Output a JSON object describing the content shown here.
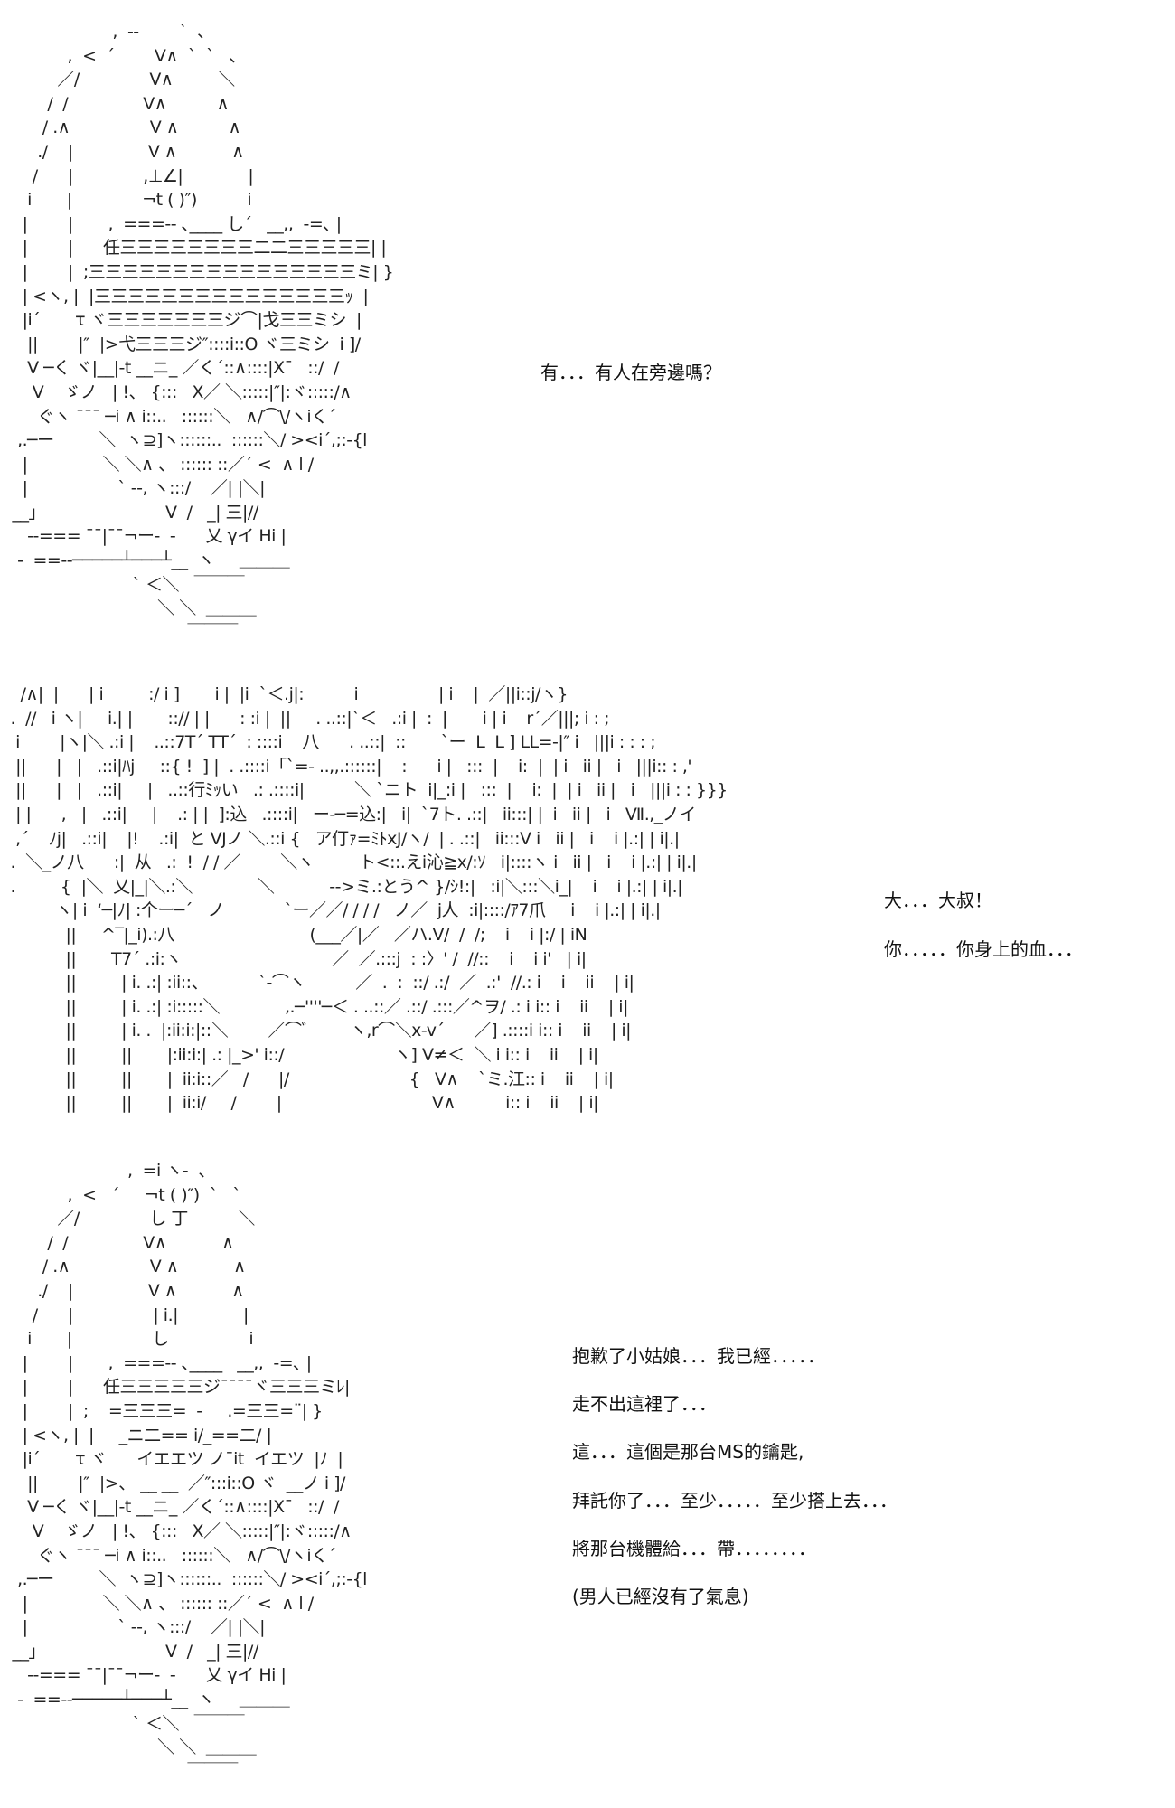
{
  "panel1": {
    "art": "                     ,  --        `  、\n            ,  <  ´        V∧  `  `   ､\n          ／/              V∧         ＼\n        /  /               V∧          ∧\n       / .∧                V ∧          ∧\n      ./    |               V ∧           ∧\n     /      |              ,⊥∠|             |\n    i       |              ¬t ( )″)          i\n   |        |       ,  ===-- ､____ し´   __,,  -=､ |\n   |        |      任三三三三三三三三二二三三三三三| |\n   |        |  ;三三三三三三三三三三三三三三三三ミ| }\n   | <ヽ, |  |三三三三三三三三三三三三三三三ｯ  |\n   |i´       τ ヾ三三三三三三三ジ⌒|戈三三ミシ  |\n    ||        |″  |>弋三三三ジ″::::i::O ヾ三ミシ  i ]/\n    V ─く ヾ|__|-t __ニ_ ／く´::∧::::|X¯   ::/  /\n     V    ゞノ   | !、 {:::   X／ ＼:::::|″|:ヾ:::::/∧\n      ぐヽ ¯¯¯ ─i ∧ i::..   ::::::＼   ∧/⌒\\/ヽiく´\n  ,.─ー         ＼  ヽ⊇]ヽ::::::..  ::::::＼/ ><i´,;:-{l\n   |               ＼ ＼∧ 、 :::::: ::／´ <  ∧ l /\n   |                  ` --, ヽ:::/    ／| |＼|\n __」                        V  /   _| 三|//\n    --=== ¯¯|¯¯¬ー-  -      乂 γイ Hi |\n  -  ==--─────┴───┴__  ヽ     ＿＿＿\n                         ` ＜＼   ￣￣￣\n                              ＼ ＼  ＿＿＿\n                                    ￣￣￣"
  },
  "panel2": {
    "art": "   /∧|  |      | i         :/ i ]       i |  |i  `＜.j|:          i                | i    |  ／||i::j/ヽ}\n .  //   i ヽ|     i.| |       ::// | |      : :i |  ||     . ..::|`＜   .:i |  :  |       i | i    r´／|||; i : ;\n  i        |ヽ|＼ .:i |    ..::7T´ TT´  : ::::i    八      . ..::|  ::       `ー  L  L ] LL=-|″ i   |||i : : : ;\n  ||      |   |   .::i|ﾊj     ::{ !  ] |  . .::::i「`=- ..,,.::::::|    :      i |   :::  |    i:  |  | i   ii |   i   |||i:: : ,'\n  ||      |   |   .::i|     |   ..::行ﾐｯい   .: .::::i|          ＼ `ニト  i|_:i |   :::  |    i:  |  | i   ii |   i   |||i : : }}}\n  | |      ,   |   .::i|     |    .: | |  ]:込   .::::i|   ー-─=込:|   i|  `7ト. .::|   ii:::| |  i   ii |   i   Ⅶ.,_ノイ\n  ,´    ﾉj|   .::i|    |!    .:i|  と VJノ ＼.::i {   ア仃ｧ=ﾐﾄxJ/ヽ/  | . .::|   ii:::V i   ii |   i    i |.:| | i|.|\n .  ＼_ノ八      :|  从   .:  !  / / ／        ＼ヽ         ト<::.えi沁≧x/:ｿ   i|::::ヽ i   ii |   i    i |.:| | i|.|\n .         {  |＼  乂|_|＼.:＼             ＼           -->ミ.:とう^ }/ｼ!:|   :i|＼:::＼i_|    i    i |.:| | i|.|\n          ヽ| i  ‘─|ﾉ| :个ー─´   ノ            `ー／／/ / / /   ノ／  j人  :i|::::/ｱ7爪     i    i |.:| | i|.|\n            ||     ^‾|_i).:八                           (___／|／   ／ハ.V/  /  /;    i    i |:/ | iN\n            ||       T7´ .:i:ヽ                              ／  ／.:::j  : :〉' /  //::    i    i i'   | i|\n            ||         | i. .:| :ii::、          `-⌒ヽ          ／  .  :  ::/ .:/  ／  .:'  //.: i    i    ii    | i|\n            ||         | i. .:| :i:::::＼             ,.─''''─＜ . ..::／ .::/ .:::／^ヲ/ .: i i:: i    ii    | i|\n            ||         | i. .  |:ii:i:|::＼        ／⌒ﾞ        ヽ,r⌒＼x-v´      ／] .::::i i:: i    ii    | i|\n            ||         ||       |:ii:i:| .: |_>' i::/                      ヽ] V≠＜  ＼ i i:: i    ii    | i|\n            ||         ||       |  ii:i::／   /      |/                        {   V∧    `ミ.江:: i    ii    | i|\n            ||         ||       |  ii:i/     /        |                              V∧          i:: i    ii    | i|"
  },
  "panel3": {
    "art": "                        ,  =i ヽ-  、\n            ,  <   ´     ¬t ( )″)  `   `\n          ／/              し 丁          ＼\n        /  /               V∧           ∧\n       / .∧                V ∧           ∧\n      ./    |               V ∧           ∧\n     /      |                | i.|             |\n    i       |                し                i\n   |        |       ,  ===-- ､____   __,,  -=､ |\n   |        |      任三三三三三ジ¯¯¯¯ヾ三三三ミﾚ|\n   |        |  ;    =三三三=  -     .=三三=¨| }\n   | <ヽ, |  |     _ニ二== i/_==二/ |\n   |i´       τ ヾ      イエエツ ノ¯it  イエツ  |ﾉ  |\n    ||        |″  |>、 __ __  ／″:::i::O ヾ  __ノ i ]/\n    V ─く ヾ|__|-t __ニ_ ／く´::∧::::|X¯   ::/  /\n     V    ゞノ   | !、 {:::   X／ ＼:::::|″|:ヾ:::::/∧\n      ぐヽ ¯¯¯ ─i ∧ i::..   ::::::＼   ∧/⌒\\/ヽiく´\n  ,.─ー         ＼  ヽ⊇]ヽ::::::..  ::::::＼/ ><i´,;:-{l\n   |               ＼ ＼∧ 、 :::::: ::／´ <  ∧ l /\n   |                  ` --, ヽ:::/    ／| |＼|\n __」                        V  /   _| 三|//\n    --=== ¯¯|¯¯¬ー-  -      乂 γイ Hi |\n  -  ==--─────┴───┴__  ヽ     ＿＿＿\n                         ` ＜＼   ￣￣￣\n                              ＼ ＼  ＿＿＿\n                                    ￣￣￣"
  },
  "dialogue": {
    "d1": "有．．．有人在旁邊嗎？",
    "d2": "大．．．大叔！",
    "d3": "你．．．．．你身上的血．．．",
    "d4": "抱歉了小姑娘．．．我已經．．．．．",
    "d5": "走不出這裡了．．．",
    "d6": "這．．．這個是那台MS的鑰匙,",
    "d7": "拜託你了．．．至少．．．．．至少搭上去．．．",
    "d8": "將那台機體給．．．帶．．．．．．．．",
    "d9": "(男人已經沒有了氣息)"
  }
}
